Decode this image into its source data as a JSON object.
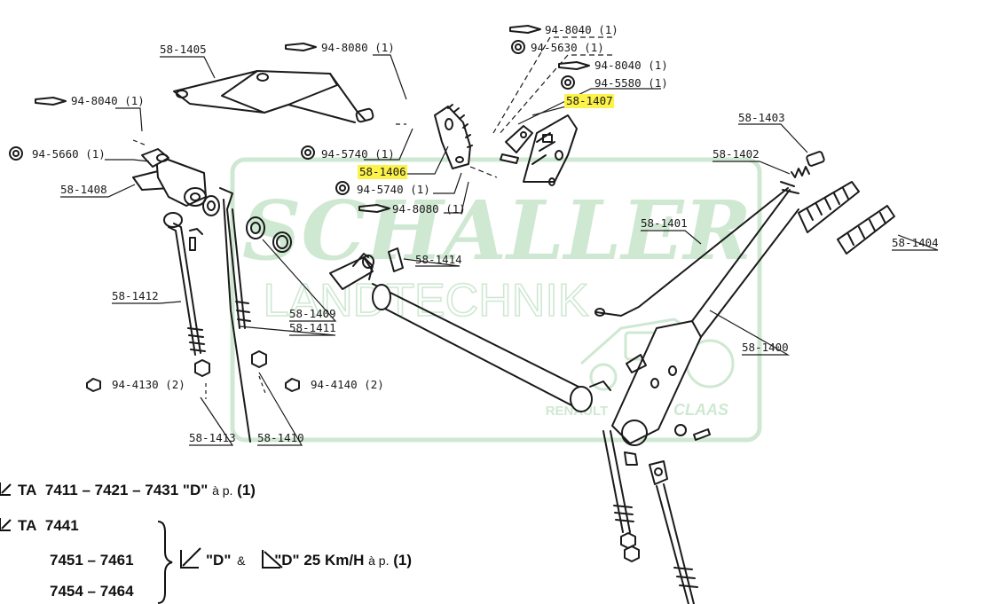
{
  "watermark": {
    "brand": "SCHALLER",
    "subtitle": "LANDTECHNIK",
    "badge": "RENAULT",
    "badge2": "CLAAS",
    "color": "#cfe8d2"
  },
  "highlight_color": "#fbf24a",
  "parts": {
    "p58_1405": "58-1405",
    "p94_8080_a": "94-8080 (1)",
    "p94_8040_a": "94-8040 (1)",
    "p94_5660": "94-5660 (1)",
    "p58_1408": "58-1408",
    "p94_5740_a": "94-5740 (1)",
    "p58_1406": "58-1406",
    "p94_5740_b": "94-5740 (1)",
    "p94_8080_b": "94-8080 (1)",
    "p94_8040_b": "94-8040 (1)",
    "p94_5630": "94-5630 (1)",
    "p94_8040_c": "94-8040 (1)",
    "p94_5580": "94-5580 (1)",
    "p58_1407": "58-1407",
    "p58_1403": "58-1403",
    "p58_1402": "58-1402",
    "p58_1401": "58-1401",
    "p58_1404": "58-1404",
    "p58_1414": "58-1414",
    "p58_1412": "58-1412",
    "p58_1409": "58-1409",
    "p58_1411": "58-1411",
    "p58_1400": "58-1400",
    "p94_4130": "94-4130 (2)",
    "p94_4140": "94-4140 (2)",
    "p58_1413": "58-1413",
    "p58_1410": "58-1410"
  },
  "notes": {
    "line1_prefix": "TA",
    "line1_models": "7411 – 7421 – 7431",
    "line1_suffix": "\"D\"",
    "line1_tail": "à p.",
    "line1_num": "(1)",
    "line2_prefix": "TA",
    "line2_model": "7441",
    "line3_models": "7451  –  7461",
    "line4_models": "7454  –  7464",
    "brace_d1": "\"D\"",
    "brace_amp": "&",
    "brace_d2": "\"D\" 25 Km/H",
    "brace_tail": "à p.",
    "brace_num": "(1)"
  }
}
